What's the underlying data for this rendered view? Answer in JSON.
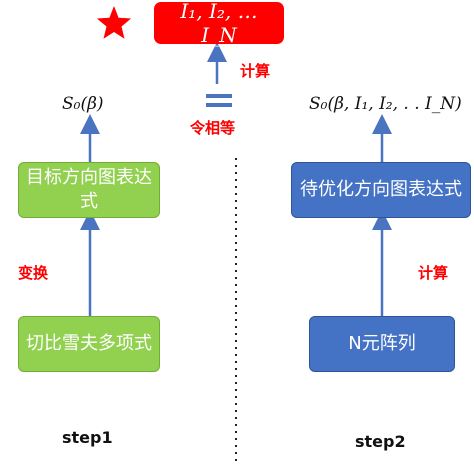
{
  "colors": {
    "green_fill": "#92d050",
    "blue_fill": "#4472c4",
    "red": "#ff0000",
    "arrow": "#4a74c0"
  },
  "star_icon": "star-icon",
  "top_box": {
    "label": "I₁, I₂, … I_N"
  },
  "top_note": "计算",
  "equals_label": "令相等",
  "left": {
    "s0": "S₀(β)",
    "target_box": "目标方向图表达式",
    "transform_label": "变换",
    "source_box": "切比雪夫多项式",
    "step": "step1"
  },
  "right": {
    "s0": "S₀(β, I₁, I₂, . . I_N)",
    "target_box": "待优化方向图表达式",
    "calc_label": "计算",
    "source_box": "N元阵列",
    "step": "step2"
  }
}
